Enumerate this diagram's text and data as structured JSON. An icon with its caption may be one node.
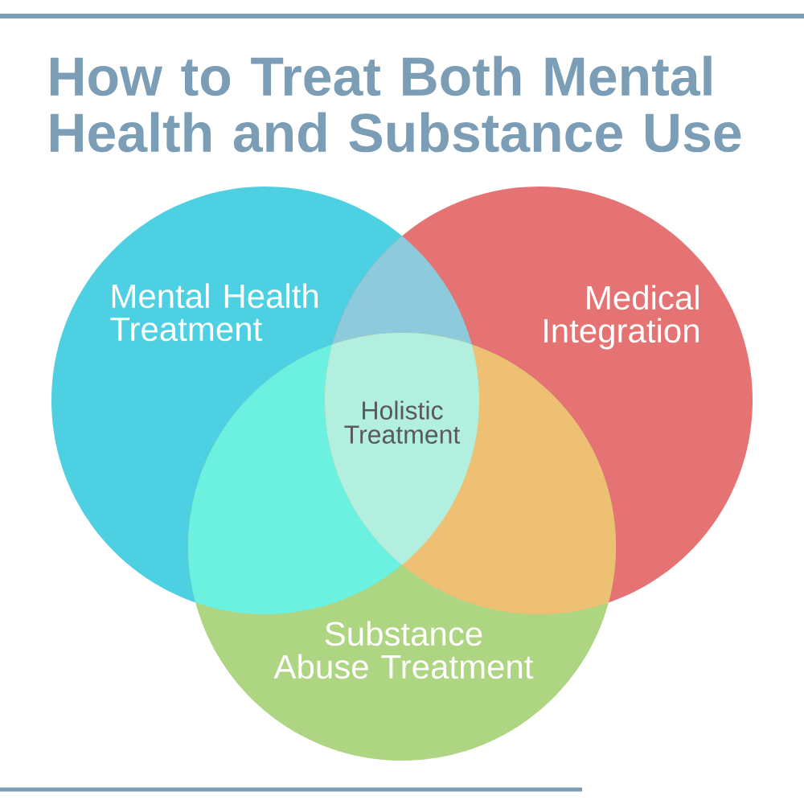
{
  "diagram": {
    "title": "How to Treat Both Mental Health and Substance Use",
    "nodes": [
      {
        "text": [
          "Mental Health Treatment"
        ]
      },
      {
        "text": [
          "Medical Integration"
        ]
      },
      {
        "text": [
          "Substance Abuse Treatment"
        ]
      },
      {
        "text": [
          "Holistic Treatment"
        ]
      }
    ]
  }
}
